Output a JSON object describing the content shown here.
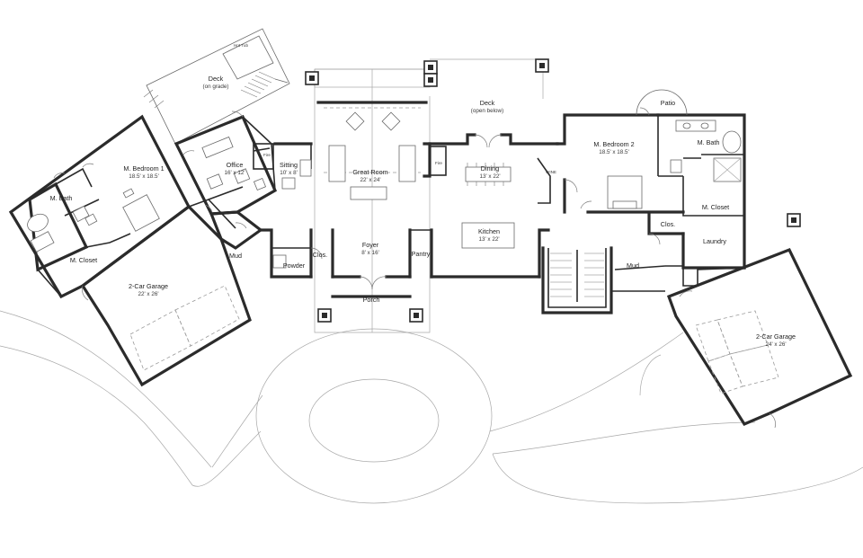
{
  "rooms": {
    "deck_grade": {
      "name": "Deck",
      "sub": "(on grade)"
    },
    "hot_tub": {
      "name": "Hot Tub"
    },
    "deck_open": {
      "name": "Deck",
      "sub": "(open below)"
    },
    "patio": {
      "name": "Patio"
    },
    "bedroom1": {
      "name": "M. Bedroom 1",
      "dim": "18.5' x 18.5'"
    },
    "office": {
      "name": "Office",
      "dim": "16' x 12'"
    },
    "sitting": {
      "name": "Sitting",
      "dim": "10' x 8'"
    },
    "great_room": {
      "name": "Great Room",
      "dim": "22' x 24'"
    },
    "dining": {
      "name": "Dining",
      "dim": "13' x 22'"
    },
    "bedroom2": {
      "name": "M. Bedroom 2",
      "dim": "18.5' x 18.5'"
    },
    "bath2": {
      "name": "M. Bath"
    },
    "bath1": {
      "name": "M. Bath"
    },
    "closet1": {
      "name": "M. Closet"
    },
    "closet2": {
      "name": "M. Closet"
    },
    "clos_left": {
      "name": "Clos."
    },
    "clos_right": {
      "name": "Clos."
    },
    "garage1": {
      "name": "2-Car Garage",
      "dim": "22' x 26'"
    },
    "garage2": {
      "name": "2-Car Garage",
      "dim": "24' x 26'"
    },
    "mud_left": {
      "name": "Mud"
    },
    "mud_right": {
      "name": "Mud"
    },
    "powder": {
      "name": "Powder"
    },
    "foyer": {
      "name": "Foyer",
      "dim": "8' x 16'"
    },
    "pantry": {
      "name": "Pantry"
    },
    "kitchen": {
      "name": "Kitchen",
      "dim": "13' x 22'"
    },
    "laundry": {
      "name": "Laundry"
    },
    "porch": {
      "name": "Porch"
    }
  },
  "labels": {
    "fire_left": "Fire",
    "fire_center": "Fire",
    "wine": "WINE"
  }
}
